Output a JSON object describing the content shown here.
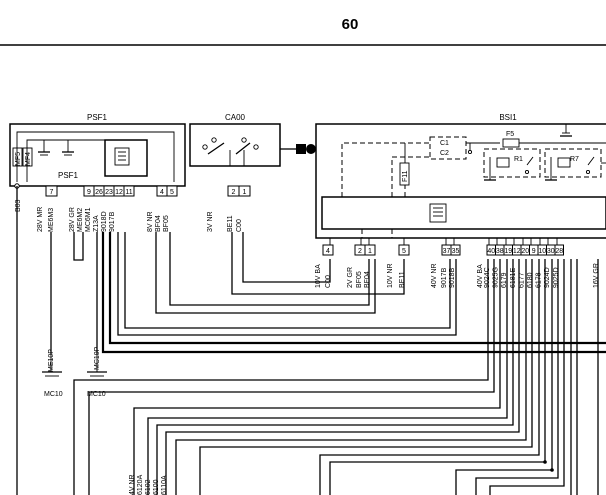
{
  "page": {
    "number": "60"
  },
  "components": {
    "psf1": "PSF1",
    "psf1_inner": "PSF1",
    "ca00": "CA00",
    "bsi1": "BSI1",
    "mf5": "MF5",
    "mf4": "MF4",
    "f5": "F5",
    "c1": "C1",
    "c2": "C2",
    "r1": "R1",
    "r7": "R7",
    "f11": "F11"
  },
  "ground_points": {
    "me10p": "ME10P",
    "mc10p": "MC10P",
    "mc10_a": "MC10",
    "mc10_b": "MC10"
  },
  "b03": "B03",
  "psf1_connectors": {
    "group1": {
      "label": "28V MR",
      "pins": [
        "7"
      ],
      "wires": [
        "ME6M3"
      ]
    },
    "group2": {
      "label": "28V GR",
      "pins": [
        "9",
        "26",
        "23",
        "12",
        "11"
      ],
      "wires": [
        "ME6M2",
        "MC6M1",
        "Z13A",
        "9018D",
        "9017B"
      ]
    },
    "group3": {
      "label": "8V NR",
      "pins": [
        "4",
        "5"
      ],
      "wires": [
        "BF04",
        "BF05"
      ]
    }
  },
  "ca00_connectors": {
    "label": "3V NR",
    "pins": [
      "2",
      "1"
    ],
    "wires": [
      "BE11",
      "C00"
    ]
  },
  "bsi1_connectors": {
    "g1": {
      "label": "10V BA",
      "pins": [
        "4"
      ],
      "wires": [
        "C00"
      ]
    },
    "g2": {
      "label": "2V GR",
      "pins": [
        "2",
        "1"
      ],
      "wires": [
        "BF05",
        "BF04"
      ]
    },
    "g3": {
      "label": "10V NR",
      "pins": [
        "5"
      ],
      "wires": [
        "BE11"
      ]
    },
    "g4": {
      "label": "40V NR",
      "pins": [
        "37",
        "35"
      ],
      "wires": [
        "9017B",
        "9018B"
      ]
    },
    "g5": {
      "label": "40V BA",
      "pins": [
        "40",
        "38",
        "19",
        "12",
        "20",
        "9",
        "10",
        "30",
        "28"
      ],
      "wires": [
        "9024C",
        "9025G",
        "6179",
        "6181E",
        "6177",
        "6180",
        "6178",
        "9024D",
        "9025D"
      ]
    },
    "g6": {
      "label": "16V GR",
      "pins": [],
      "wires": []
    }
  },
  "bottom_labels": {
    "label": "4V NR",
    "wires": [
      "6120A",
      "6102",
      "6100",
      "6110A"
    ]
  }
}
